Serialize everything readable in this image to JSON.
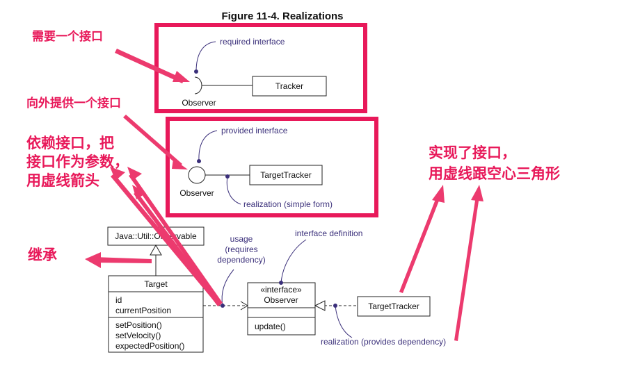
{
  "figure": {
    "title": "Figure 11-4. Realizations"
  },
  "top_diagram": {
    "required_label": "required interface",
    "observer_label": "Observer",
    "tracker_label": "Tracker"
  },
  "mid_diagram": {
    "provided_label": "provided interface",
    "observer_label": "Observer",
    "target_tracker_label": "TargetTracker",
    "realization_label": "realization (simple form)"
  },
  "bottom_diagram": {
    "observable_class": "Java::Util::Observable",
    "target_class": {
      "name": "Target",
      "attributes": [
        "id",
        "currentPosition"
      ],
      "operations": [
        "setPosition()",
        "setVelocity()",
        "expectedPosition()"
      ]
    },
    "usage_note": [
      "usage",
      "(requires",
      "dependency)"
    ],
    "interface_definition_note": "interface definition",
    "interface_box": {
      "stereotype": "«interface»",
      "name": "Observer",
      "operation": "update()"
    },
    "target_tracker_label": "TargetTracker",
    "realization_provides_note": "realization (provides dependency)"
  },
  "annotations": {
    "need_interface": "需要一个接口",
    "provide_interface": "向外提供一个接口",
    "depend_interface": [
      "依赖接口，把",
      "接口作为参数，",
      "用虚线箭头"
    ],
    "inherit": "继承",
    "implement_interface": [
      "实现了接口，",
      "用虚线跟空心三角形"
    ]
  },
  "colors": {
    "annotation": "#e8195a",
    "note_ink": "#3a2f7a",
    "uml_ink": "#222222"
  }
}
